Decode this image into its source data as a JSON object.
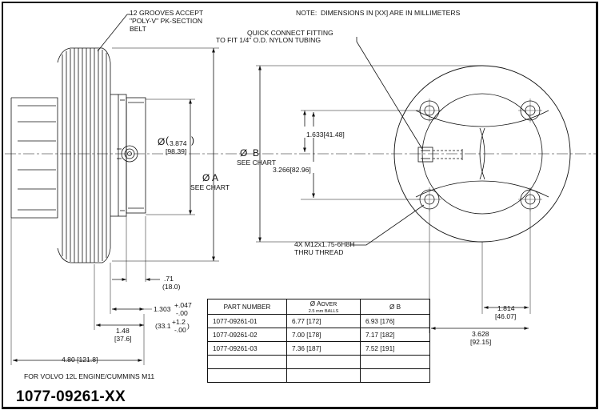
{
  "notes": {
    "dimension_note": "NOTE:  DIMENSIONS IN [XX] ARE IN MILLIMETERS",
    "grooves_line1": "12 GROOVES ACCEPT",
    "grooves_line2": "\"POLY-V\" PK-SECTION",
    "grooves_line3": "BELT",
    "fitting_line1": "QUICK CONNECT FITTING",
    "fitting_line2": "TO FIT 1/4\" O.D. NYLON TUBING",
    "thread_line1": "4X M12x1.75-6H8H",
    "thread_line2": "THRU THREAD",
    "application": "FOR VOLVO 12L ENGINE/CUMMINS M11"
  },
  "dimensions": {
    "bore_symbol": "Ø",
    "bore_open": "(",
    "bore_in": "3.874",
    "bore_mm": "[98.39]",
    "bore_close": ")",
    "dia_a_symbol": "Ø A",
    "dia_a_note": "SEE CHART",
    "dia_b_symbol": "Ø  B",
    "dia_b_note": "SEE CHART",
    "vertical_half": "1.633[41.48]",
    "vertical_full": "3.266[82.96]",
    "d_071": ".71",
    "d_071_mm": "(18.0)",
    "d_1303": "1.303",
    "d_1303_tol_plus": "+.047",
    "d_1303_tol_minus": "-.00",
    "d_331_open": "(33.1",
    "d_331_tol_plus": "+1.2",
    "d_331_tol_minus": "-.00",
    "d_331_close": ")",
    "d_148": "1.48",
    "d_148_mm": "[37.6]",
    "d_480": "4.80 [121.8]",
    "d_1814": "1.814",
    "d_1814_mm": "[46.07]",
    "d_3628": "3.628",
    "d_3628_mm": "[92.15]"
  },
  "part_number_title": "1077-09261-XX",
  "chart": {
    "headers": {
      "part_number": "PART NUMBER",
      "a_main": "Ø  A",
      "a_over": "OVER",
      "a_sub": "2.5 mm BALLS",
      "b_main": "Ø  B"
    },
    "rows": [
      {
        "part": "1077-09261-01",
        "a": "6.77 [172]",
        "b": "6.93 [176]"
      },
      {
        "part": "1077-09261-02",
        "a": "7.00 [178]",
        "b": "7.17 [182]"
      },
      {
        "part": "1077-09261-03",
        "a": "7.36 [187]",
        "b": "7.52 [191]"
      },
      {
        "part": "",
        "a": "",
        "b": ""
      },
      {
        "part": "",
        "a": "",
        "b": ""
      }
    ]
  }
}
